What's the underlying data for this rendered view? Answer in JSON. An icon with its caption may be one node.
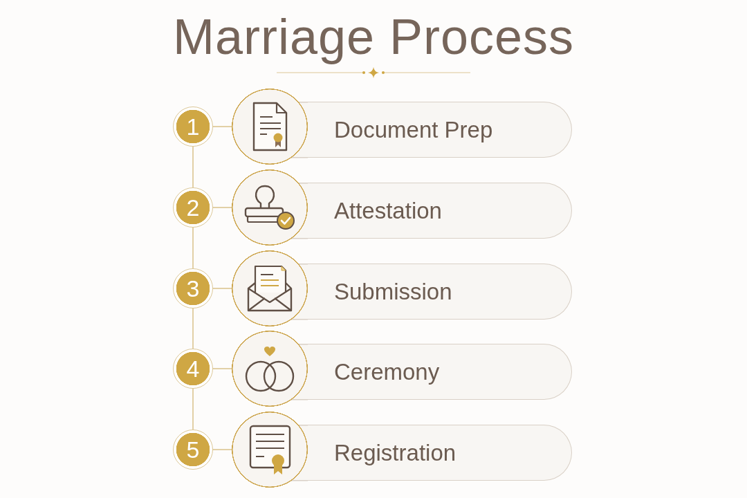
{
  "diagram": {
    "title": "Marriage Process",
    "nodes": [
      {
        "text": [
          "1"
        ]
      },
      {
        "text": [],
        "shape": "circle"
      },
      {
        "text": [
          "Document Prep"
        ]
      },
      {
        "text": [
          "2"
        ]
      },
      {
        "text": [],
        "shape": "circle"
      },
      {
        "text": [
          "Attestation"
        ]
      },
      {
        "text": [
          "3"
        ]
      },
      {
        "text": [],
        "shape": "circle"
      },
      {
        "text": [
          "Submission"
        ]
      },
      {
        "text": [
          "4"
        ]
      },
      {
        "text": [],
        "shape": "circle"
      },
      {
        "text": [
          "Ceremony"
        ]
      },
      {
        "text": [
          "5"
        ]
      },
      {
        "text": [],
        "shape": "circle"
      },
      {
        "text": [
          "Registration"
        ]
      }
    ],
    "edges": [
      {
        "from": 0,
        "to": 1,
        "arrow": "none"
      },
      {
        "from": 0,
        "to": 3,
        "arrow": "none"
      },
      {
        "from": 3,
        "to": 4,
        "arrow": "none"
      },
      {
        "from": 3,
        "to": 6,
        "arrow": "none"
      },
      {
        "from": 6,
        "to": 7,
        "arrow": "none"
      },
      {
        "from": 6,
        "to": 9,
        "arrow": "none"
      },
      {
        "from": 9,
        "to": 10,
        "arrow": "none"
      },
      {
        "from": 9,
        "to": 12,
        "arrow": "none"
      },
      {
        "from": 12,
        "to": 13,
        "arrow": "none"
      }
    ]
  }
}
